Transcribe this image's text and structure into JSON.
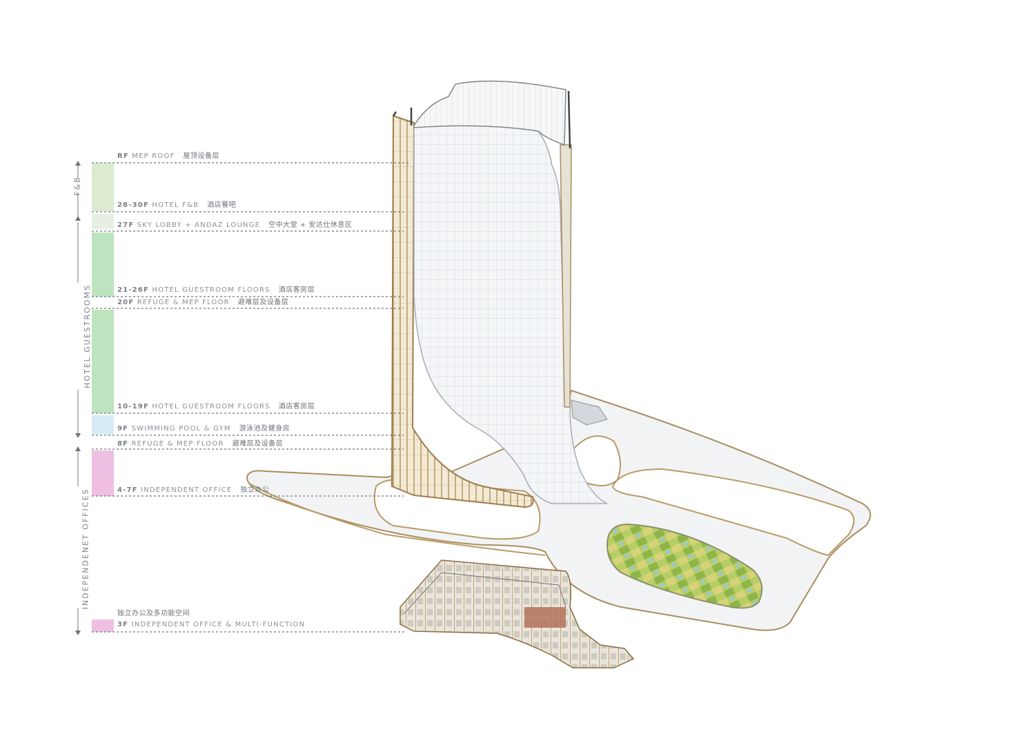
{
  "colors": {
    "fb": "#dcebcf",
    "sky_lobby": "#e7efe2",
    "guestroom": "#bde3bf",
    "pool": "#d7ecf6",
    "office": "#eebfe2",
    "office3f": "#eebfe2",
    "leader": "#6f737a",
    "building_edge": "#a88d5e",
    "facade": "#eef1f4",
    "garden": "#a7c65a"
  },
  "groups": [
    {
      "id": "fb",
      "label": "F&B"
    },
    {
      "id": "guestrooms",
      "label": "HOTEL GUESTROOMS"
    },
    {
      "id": "offices",
      "label": "INDEPENDENET OFFICES"
    }
  ],
  "floors": [
    {
      "id": "rf",
      "code": "RF",
      "name": "MEP ROOF",
      "cn": "屋顶设备层"
    },
    {
      "id": "f28",
      "code": "28-30F",
      "name": "HOTEL F&B",
      "cn": "酒店餐吧"
    },
    {
      "id": "f27",
      "code": "27F",
      "name": "SKY LOBBY + ANDAZ LOUNGE",
      "cn": "空中大堂 + 安达仕休息区"
    },
    {
      "id": "f21",
      "code": "21-26F",
      "name": "HOTEL GUESTROOM FLOORS",
      "cn": "酒店客房层"
    },
    {
      "id": "f20",
      "code": "20F",
      "name": "REFUGE & MEP FLOOR",
      "cn": "避难层及设备层"
    },
    {
      "id": "f10",
      "code": "10-19F",
      "name": "HOTEL GUESTROOM FLOORS",
      "cn": "酒店客房层"
    },
    {
      "id": "f9",
      "code": "9F",
      "name": "SWIMMING POOL & GYM",
      "cn": "游泳池及健身房"
    },
    {
      "id": "f8",
      "code": "8F",
      "name": "REFUGE & MEP FLOOR",
      "cn": "避难层及设备层"
    },
    {
      "id": "f4",
      "code": "4-7F",
      "name": "INDEPENDENT OFFICE",
      "cn": "独立办公"
    },
    {
      "id": "f3",
      "code": "3F",
      "name": "INDEPENDENT OFFICE & MULTI-FUNCTION",
      "cn": "独立办公及多功能空间"
    }
  ]
}
